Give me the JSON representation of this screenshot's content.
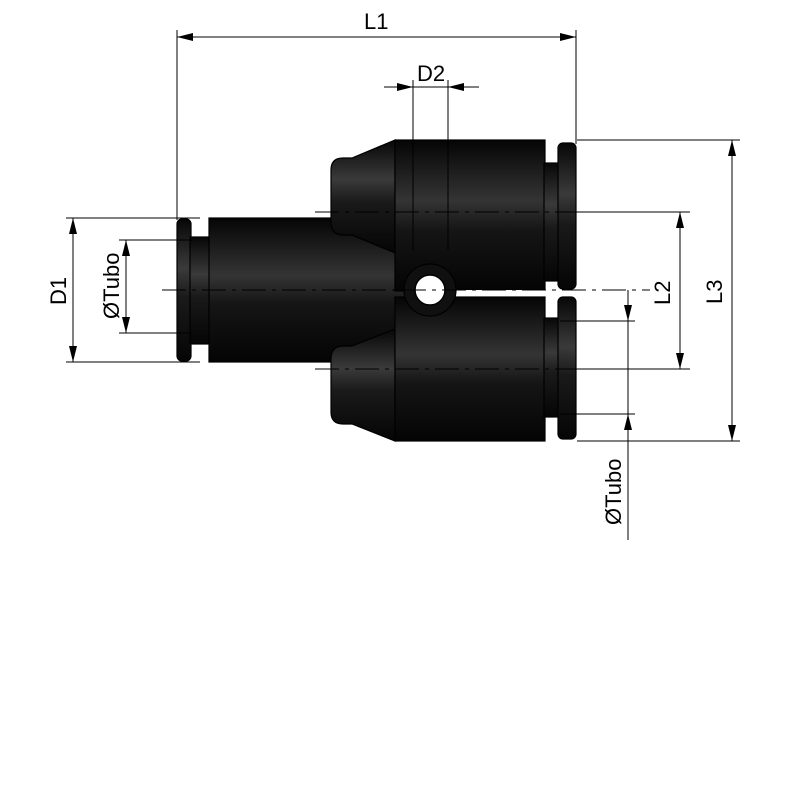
{
  "drawing": {
    "labels": {
      "l1": "L1",
      "d2": "D2",
      "d1": "D1",
      "tube_left": "ØTubo",
      "tube_right": "ØTubo",
      "l2": "L2",
      "l3": "L3"
    },
    "colors": {
      "body_dark": "#0a0a0a",
      "body_highlight": "#3a3a3a",
      "line": "#000000",
      "background": "#ffffff"
    }
  }
}
